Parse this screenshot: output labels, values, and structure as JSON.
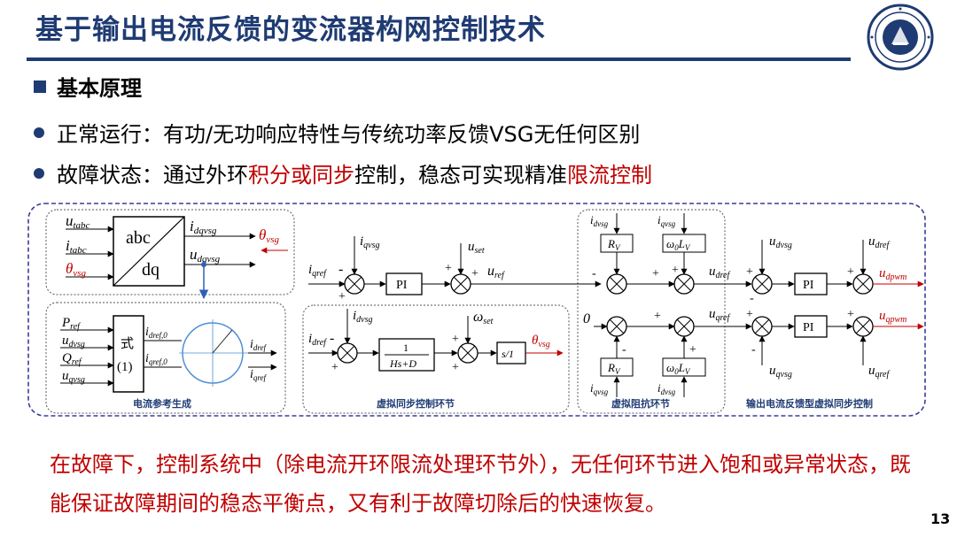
{
  "title": "基于输出电流反馈的变流器构网控制技术",
  "section": "基本原理",
  "bullets": [
    {
      "label": "正常运行：",
      "text": "有功/无功响应特性与传统功率反馈VSG无任何区别"
    },
    {
      "label": "故障状态：",
      "parts": [
        "通过外环",
        "积分或同步",
        "控制，稳态可实现精准",
        "限流控制"
      ]
    }
  ],
  "diagram": {
    "captions": {
      "current_ref": "电流参考生成",
      "virtual_sync": "虚拟同步控制环节",
      "virtual_impedance": "虚拟阻抗环节",
      "output_current": "输出电流反馈型虚拟同步控制"
    },
    "block_labels": {
      "abc": "abc",
      "dq": "dq",
      "formula": "式",
      "formula_num": "(1)",
      "pi": "PI",
      "frac_num": "1",
      "frac_den": "Hs+D",
      "integrator": "s/1",
      "rv": "R",
      "wl": "ω",
      "sub_v": "V",
      "sub_0": "0",
      "l": "L",
      "zero": "0"
    },
    "signals": {
      "u_tabc": "u",
      "u_tabc_sub": "tabc",
      "i_tabc": "i",
      "i_tabc_sub": "tabc",
      "theta_vsg": "θ",
      "vsg_sub": "vsg",
      "i_dqvsg": "i",
      "dqvsg_sub": "dqvsg",
      "u_dqvsg": "u",
      "p_ref": "P",
      "ref_sub": "ref",
      "u_dvsg": "u",
      "dvsg_sub": "dvsg",
      "q_ref": "Q",
      "u_qvsg": "u",
      "qvsg_sub": "qvsg",
      "i_dref0": "i",
      "dref0_sub": "dref,0",
      "i_qref0": "i",
      "qref0_sub": "qref,0",
      "i_dref": "i",
      "dref_sub": "dref",
      "i_qref": "i",
      "qref_sub": "qref",
      "i_qvsg": "i",
      "i_dvsg": "i",
      "u_set": "u",
      "set_sub": "set",
      "u_ref": "u",
      "omega_set": "ω",
      "u_dref": "u",
      "u_qref": "u",
      "u_dpwm": "u",
      "dpwm_sub": "dpwm",
      "u_qpwm": "u",
      "qpwm_sub": "qpwm",
      "plus": "+",
      "minus": "-"
    }
  },
  "conclusion": "在故障下，控制系统中（除电流开环限流处理环节外），无任何环节进入饱和或异常状态，既能保证故障期间的稳态平衡点，又有利于故障切除后的快速恢复。",
  "page_number": "13",
  "colors": {
    "title": "#1f3b73",
    "accent": "#c00000",
    "frame": "#3c3c9c",
    "arrow": "#2e5fb8"
  }
}
